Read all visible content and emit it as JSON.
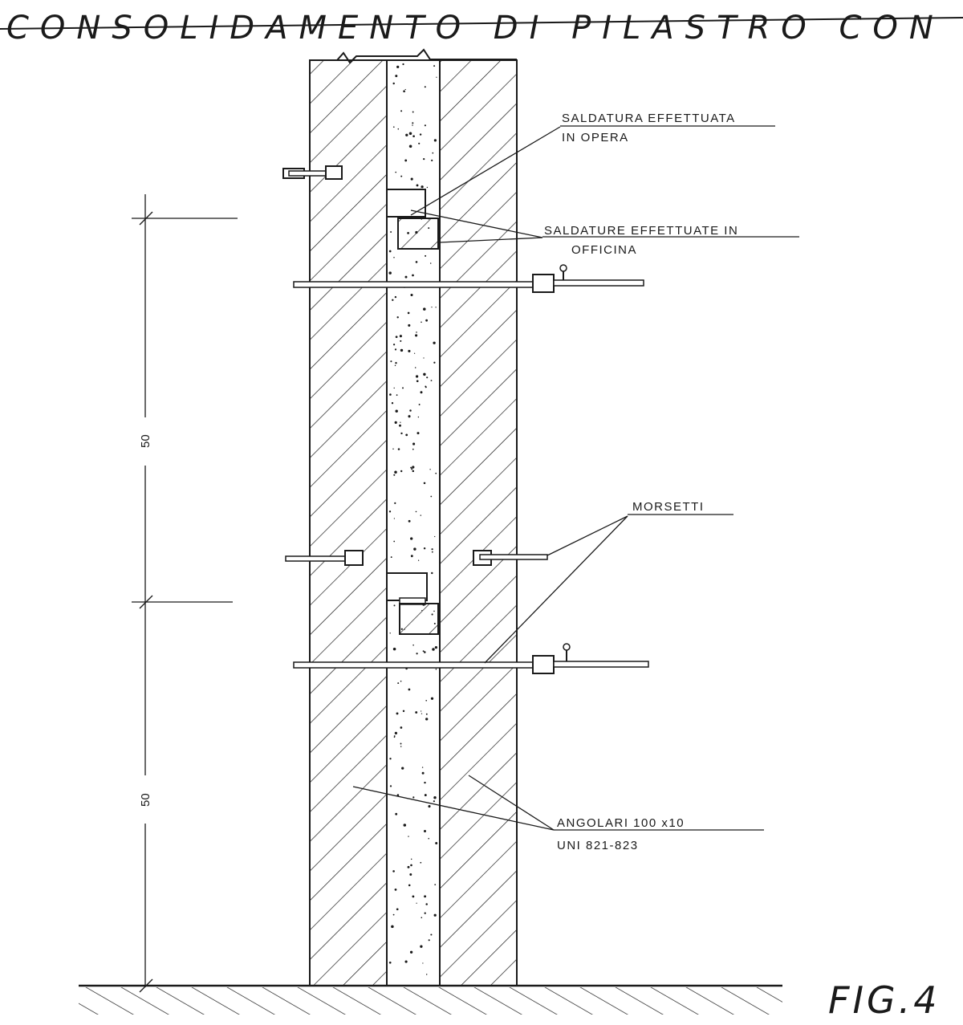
{
  "title": "CONSOLIDAMENTO DI PILASTRO CON FERRO",
  "labels": {
    "saldatura_opera_line1": "SALDATURA EFFETTUATA",
    "saldatura_opera_line2": "IN OPERA",
    "saldature_officina_line1": "SALDATURE EFFETTUATE IN",
    "saldature_officina_line2": "OFFICINA",
    "morsetti": "MORSETTI",
    "angolari_line1": "ANGOLARI 100 x10",
    "angolari_line2": "UNI 821-823"
  },
  "dimensions": {
    "upper": "50",
    "lower": "50"
  },
  "figure_label": "FIG.4",
  "colors": {
    "ink": "#1a1a1a",
    "paper": "#ffffff"
  }
}
